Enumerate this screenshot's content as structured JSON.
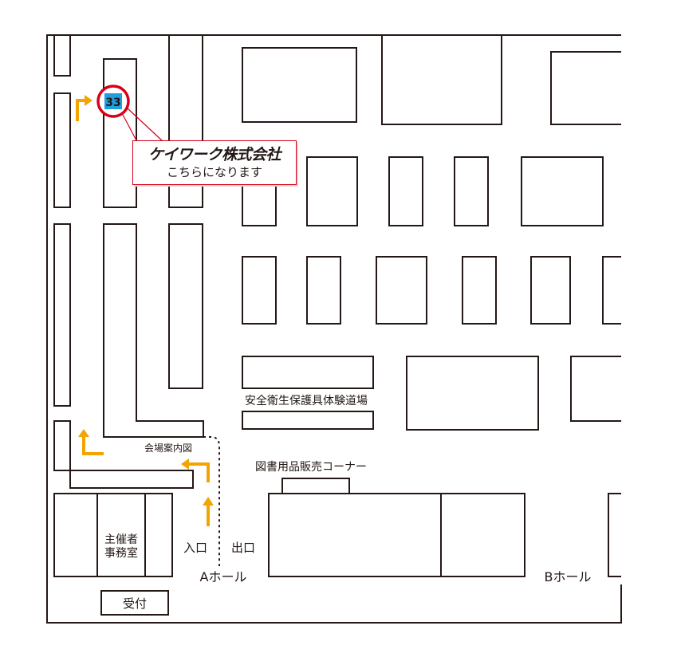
{
  "booth": {
    "number": "33",
    "company": "ケイワーク株式会社",
    "message": "こちらになります"
  },
  "labels": {
    "safety_area": "安全衛生保護具体験道場",
    "venue_map": "会場案内図",
    "book_corner": "図書用品販売コーナー",
    "organizer_line1": "主催者",
    "organizer_line2": "事務室",
    "reception": "受付",
    "entrance": "入口",
    "exit": "出口",
    "hall_a": "Aホール",
    "hall_b": "Bホール"
  },
  "colors": {
    "line": "#231815",
    "arrow": "#f2a400",
    "marker_ring": "#d7001a",
    "marker_fill": "#1d9fe0",
    "callout_border": "#d7001a"
  },
  "icons": {
    "booth_marker": "numbered-circle-marker",
    "route_arrows": "orange-direction-arrow"
  }
}
